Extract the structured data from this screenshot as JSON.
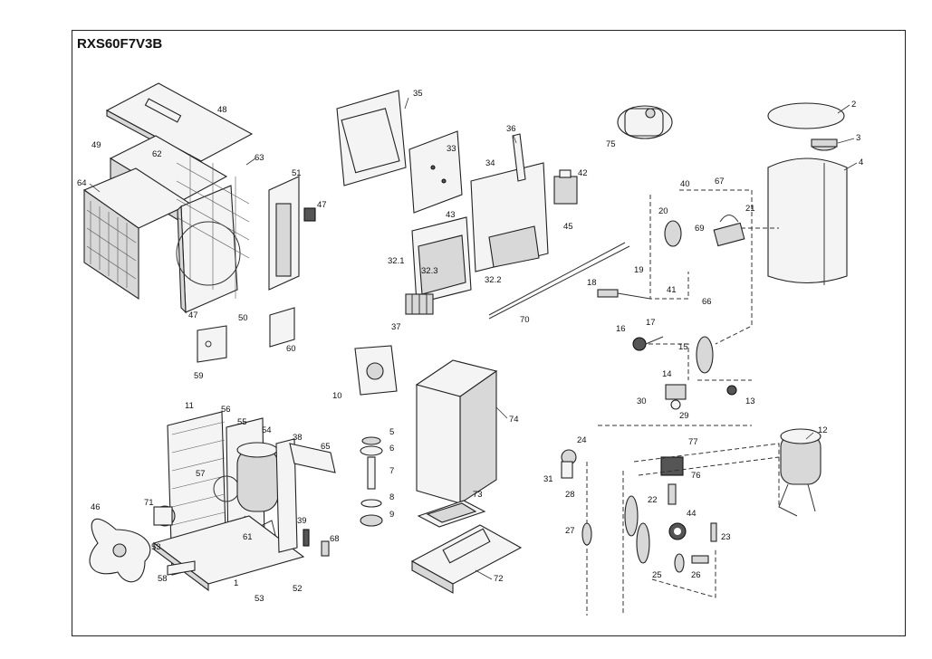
{
  "title": "RXS60F7V3B",
  "labels": {
    "l2": "2",
    "l3": "3",
    "l4": "4",
    "l5": "5",
    "l6": "6",
    "l7": "7",
    "l8": "8",
    "l9": "9",
    "l10": "10",
    "l11": "11",
    "l12": "12",
    "l13": "13",
    "l14": "14",
    "l15": "15",
    "l16": "16",
    "l17": "17",
    "l18": "18",
    "l19": "19",
    "l20": "20",
    "l21": "21",
    "l22": "22",
    "l23": "23",
    "l24": "24",
    "l25": "25",
    "l26": "26",
    "l27": "27",
    "l28": "28",
    "l29": "29",
    "l30": "30",
    "l31": "31",
    "l32_1": "32.1",
    "l32_2": "32.2",
    "l32_3": "32.3",
    "l33": "33",
    "l34": "34",
    "l35": "35",
    "l36": "36",
    "l37": "37",
    "l38": "38",
    "l39": "39",
    "l40": "40",
    "l41": "41",
    "l42": "42",
    "l43": "43",
    "l44": "44",
    "l45": "45",
    "l46": "46",
    "l47a": "47",
    "l47b": "47",
    "l48": "48",
    "l49": "49",
    "l50": "50",
    "l51": "51",
    "l52": "52",
    "l53a": "53",
    "l53b": "53",
    "l54": "54",
    "l55": "55",
    "l56": "56",
    "l57": "57",
    "l58": "58",
    "l59": "59",
    "l60": "60",
    "l61": "61",
    "l62": "62",
    "l63": "63",
    "l64": "64",
    "l65": "65",
    "l66": "66",
    "l67": "67",
    "l68": "68",
    "l69": "69",
    "l70": "70",
    "l71": "71",
    "l72": "72",
    "l73": "73",
    "l74": "74",
    "l75": "75",
    "l76": "76",
    "l77": "77",
    "l1": "1"
  }
}
